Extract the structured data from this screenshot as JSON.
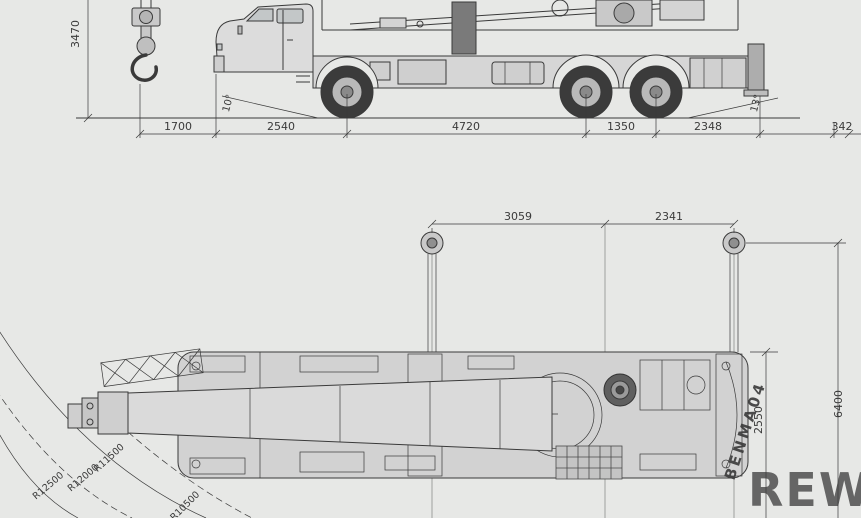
{
  "colors": {
    "background": "#e7e8e6",
    "ink": "#3a3a3a",
    "body_fill": "#d6d6d6",
    "wheel_fill": "#3b3b3b",
    "watermark_orange": "#f0992e",
    "watermark_gray": "#c2c2c2"
  },
  "side_view": {
    "height_dim": "3470",
    "angle_front": "10°",
    "angle_rear": "13°",
    "length_dims": [
      "1700",
      "2540",
      "4720",
      "1350",
      "2348",
      "342"
    ]
  },
  "plan_view": {
    "outrigger_dims": [
      "3059",
      "2341"
    ],
    "width_dims": [
      "2550",
      "6400"
    ],
    "radius_dims": [
      "R12500",
      "R12000",
      "R11500",
      "R10500"
    ]
  },
  "watermarks": {
    "orange": "BENMA04",
    "gray": "REW"
  }
}
